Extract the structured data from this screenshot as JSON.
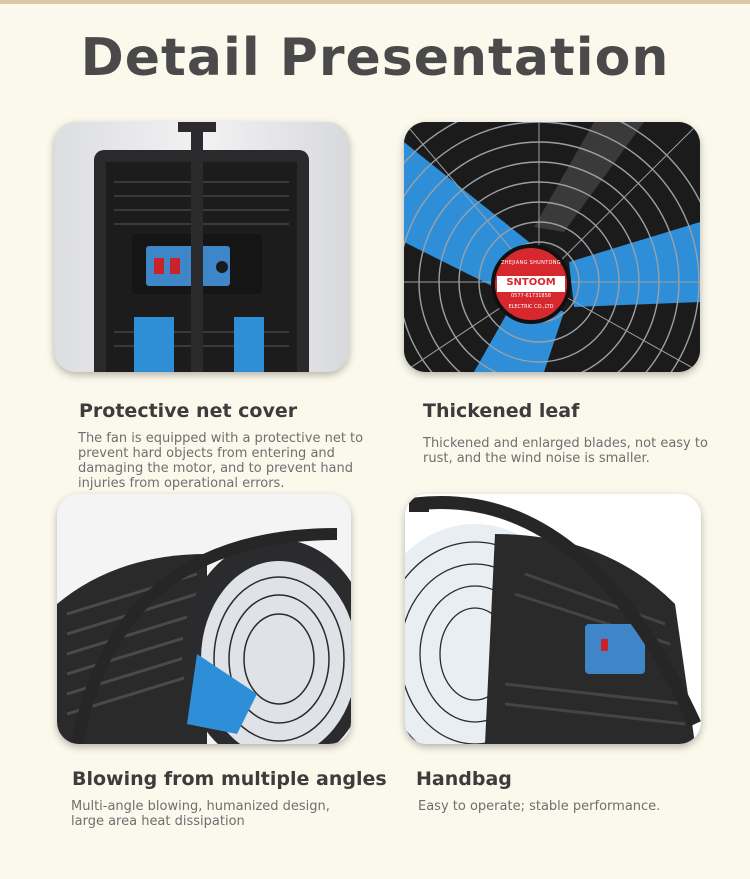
{
  "page": {
    "title": "Detail Presentation"
  },
  "features": [
    {
      "title": "Protective net cover",
      "description": "The fan is equipped with a protective net to prevent hard objects from entering and damaging the motor, and to prevent hand injuries from operational errors.",
      "image": "fan-control-panel-closeup"
    },
    {
      "title": "Thickened leaf",
      "description": "Thickened and enlarged blades, not easy to rust, and the wind noise is smaller.",
      "image": "fan-blades-closeup",
      "badge": {
        "brand": "SNTOOM",
        "top_text": "ZHEJIANG SHUNTONG",
        "bottom_text": "ELECTRIC CO.,LTD",
        "phone": "0577-61731858"
      }
    },
    {
      "title": "Blowing from multiple angles",
      "description": "Multi-angle blowing, humanized design, large area heat dissipation",
      "image": "fan-side-angle-view"
    },
    {
      "title": "Handbag",
      "description": "Easy to operate; stable performance.",
      "image": "fan-handle-view"
    }
  ],
  "colors": {
    "background": "#fbf8ec",
    "title": "#4a4a4a",
    "blade_blue": "#2e8fd8",
    "badge_red": "#d7282e"
  }
}
